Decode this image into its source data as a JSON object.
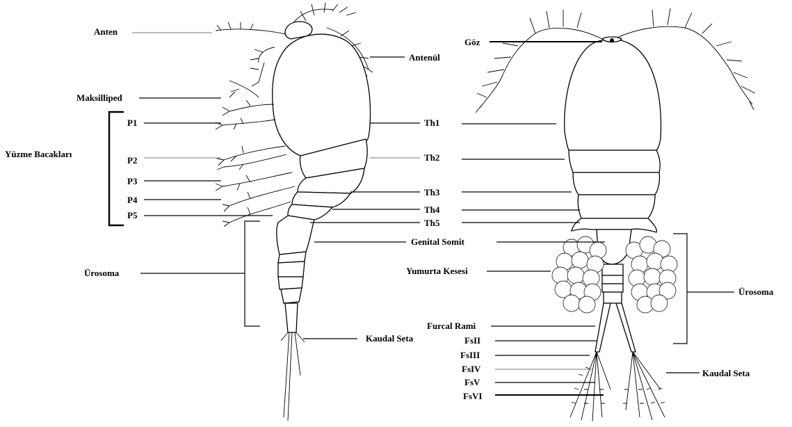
{
  "labels": {
    "lateral": {
      "anten": "Anten",
      "antenul": "Antenül",
      "maksilliped": "Maksilliped",
      "yuzme": "Yüzme Bacakları",
      "p1": "P1",
      "p2": "P2",
      "p3": "P3",
      "p4": "P4",
      "p5": "P5",
      "th1": "Th1",
      "th2": "Th2",
      "th3": "Th3",
      "th4": "Th4",
      "th5": "Th5",
      "genital": "Genital Somit",
      "urosoma": "Ürosoma",
      "kaudal": "Kaudal Seta"
    },
    "dorsal": {
      "goz": "Göz",
      "yumurta": "Yumurta Kesesi",
      "furcal": "Furcal Rami",
      "fs2": "FsII",
      "fs3": "FsIII",
      "fs4": "FsIV",
      "fs5": "FsV",
      "fs6": "FsVI",
      "urosoma": "Ürosoma",
      "kaudal": "Kaudal Seta"
    }
  }
}
